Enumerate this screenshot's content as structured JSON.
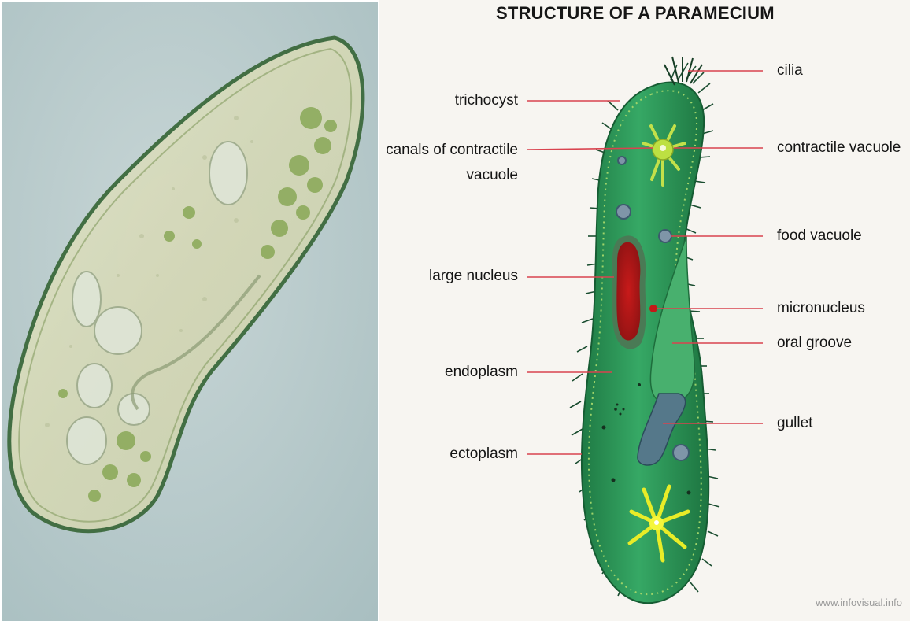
{
  "title": "STRUCTURE OF A PARAMECIUM",
  "credit": "www.infovisual.info",
  "labels": {
    "trichocyst": "trichocyst",
    "canals_line1": "canals of contractile",
    "canals_line2": "vacuole",
    "large_nucleus": "large nucleus",
    "endoplasm": "endoplasm",
    "ectoplasm": "ectoplasm",
    "cilia": "cilia",
    "contractile_vacuole": "contractile vacuole",
    "food_vacuole": "food vacuole",
    "micronucleus": "micronucleus",
    "oral_groove": "oral groove",
    "gullet": "gullet"
  },
  "colors": {
    "photo_background": "#b9cbcc",
    "cell_green": "#2f9a5c",
    "leader_line": "#d9434f",
    "nucleus": "#b01b1b",
    "diagram_background": "#f7f5f1"
  }
}
